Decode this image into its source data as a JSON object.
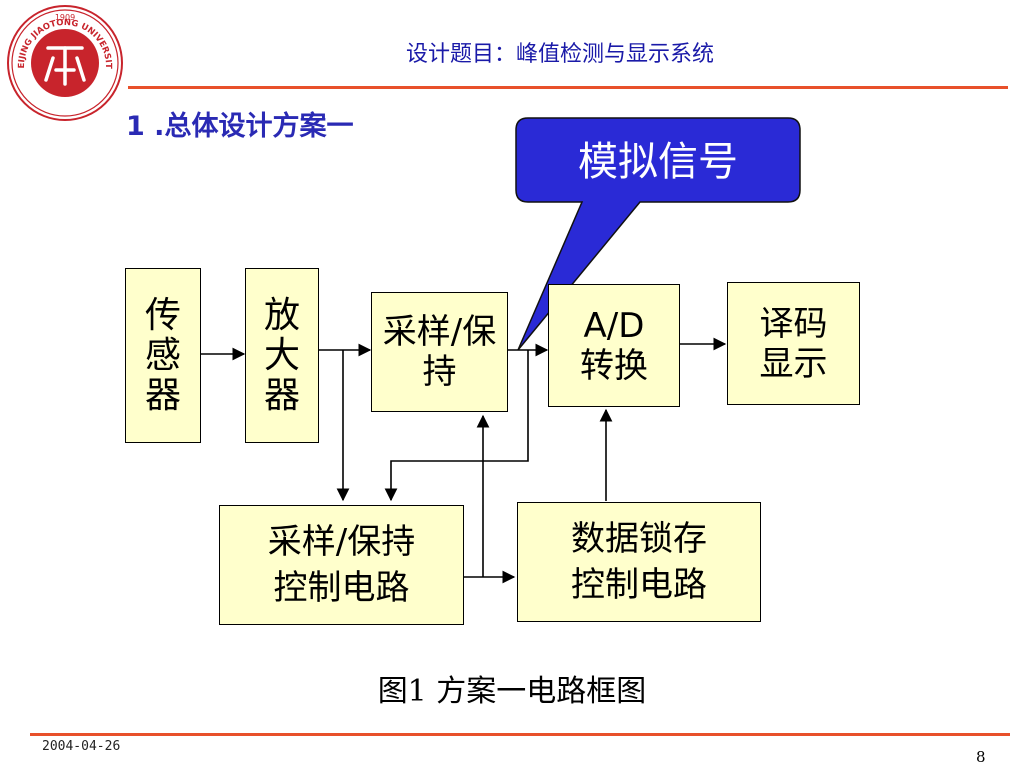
{
  "header": {
    "title": "设计题目：峰值检测与显示系统",
    "logo": {
      "year": "1909",
      "name_arc": "BEIJING JIAOTONG UNIVERSITY",
      "icon": "university-seal-icon",
      "color": "#c8242c"
    },
    "rule_color": "#e8502a"
  },
  "section_title": "1 .总体设计方案一",
  "diagram": {
    "blocks": {
      "sensor": "传感器",
      "amplifier": "放大器",
      "sample_hold": "采样/保持",
      "ad_line1": "A/D",
      "ad_line2": "转换",
      "decode_line1": "译码",
      "decode_line2": "显示",
      "sh_control_line1": "采样/保持",
      "sh_control_line2": "控制电路",
      "latch_line1": "数据锁存",
      "latch_line2": "控制电路"
    },
    "callout": "模拟信号",
    "callout_color": "#2a2ad6",
    "block_fill": "#ffffcc"
  },
  "caption": "图1  方案一电路框图",
  "footer": {
    "date": "2004-04-26",
    "page": "8"
  }
}
